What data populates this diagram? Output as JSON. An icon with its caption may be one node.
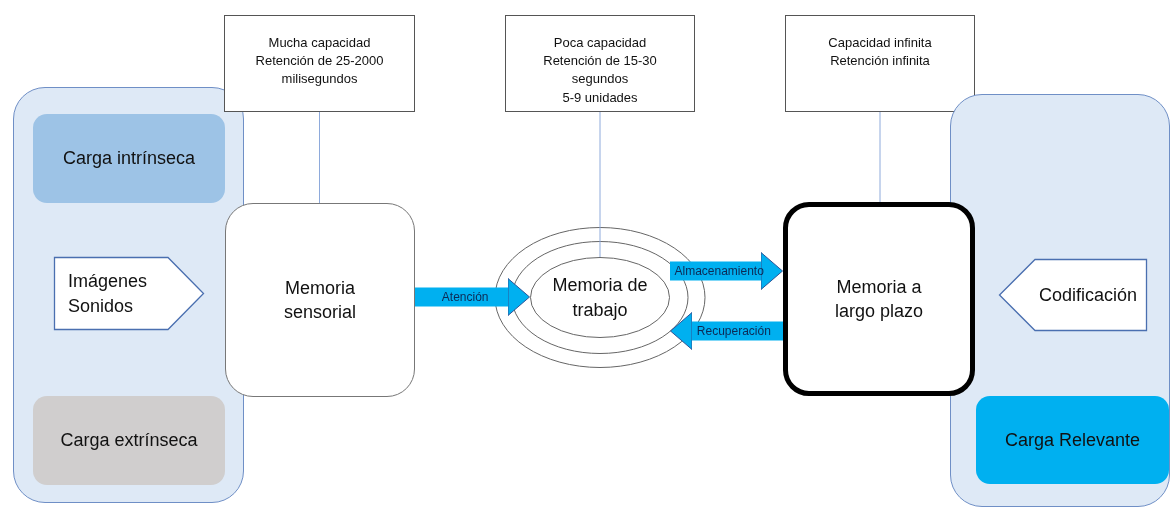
{
  "diagram": {
    "nodes": [
      {
        "text": [],
        "shape": "box"
      },
      {
        "text": [
          "Carga intrínseca"
        ],
        "in": 0
      },
      {
        "text": [
          "Imágenes",
          "Sonidos"
        ],
        "in": 0
      },
      {
        "text": [
          "Carga extrínseca"
        ],
        "in": 0
      },
      {
        "text": [
          "Mucha capacidad",
          "Retención de 25-2000 milisegundos"
        ]
      },
      {
        "text": [
          "Memoria sensorial"
        ]
      },
      {
        "text": [
          "Poca capacidad",
          "Retención de 15-30 segundos",
          "5-9 unidades"
        ]
      },
      {
        "text": [
          "Memoria de trabajo"
        ]
      },
      {
        "text": [
          "Capacidad infinita",
          "Retención infinita"
        ]
      },
      {
        "text": [
          "Memoria a largo plazo"
        ]
      },
      {
        "text": [],
        "shape": "box"
      },
      {
        "text": [
          "Codificación"
        ],
        "in": 10
      },
      {
        "text": [
          "Carga Relevante"
        ],
        "in": 10
      }
    ],
    "edges": [
      {
        "from": 4,
        "to": 5,
        "arrow": "none",
        "color": "#8eaadb"
      },
      {
        "from": 6,
        "to": 7,
        "arrow": "none",
        "color": "#8eaadb"
      },
      {
        "from": 8,
        "to": 9,
        "arrow": "none",
        "color": "#8eaadb"
      },
      {
        "from": 5,
        "to": 7,
        "arrow": "to",
        "label": "Atención",
        "style": "thick",
        "color": "#00b0f0"
      },
      {
        "from": 7,
        "to": 9,
        "arrow": "to",
        "label": "Almacenamiento",
        "style": "thick",
        "color": "#00b0f0"
      },
      {
        "from": 9,
        "to": 7,
        "arrow": "to",
        "label": "Recuperación",
        "style": "thick",
        "color": "#00b0f0"
      }
    ]
  }
}
